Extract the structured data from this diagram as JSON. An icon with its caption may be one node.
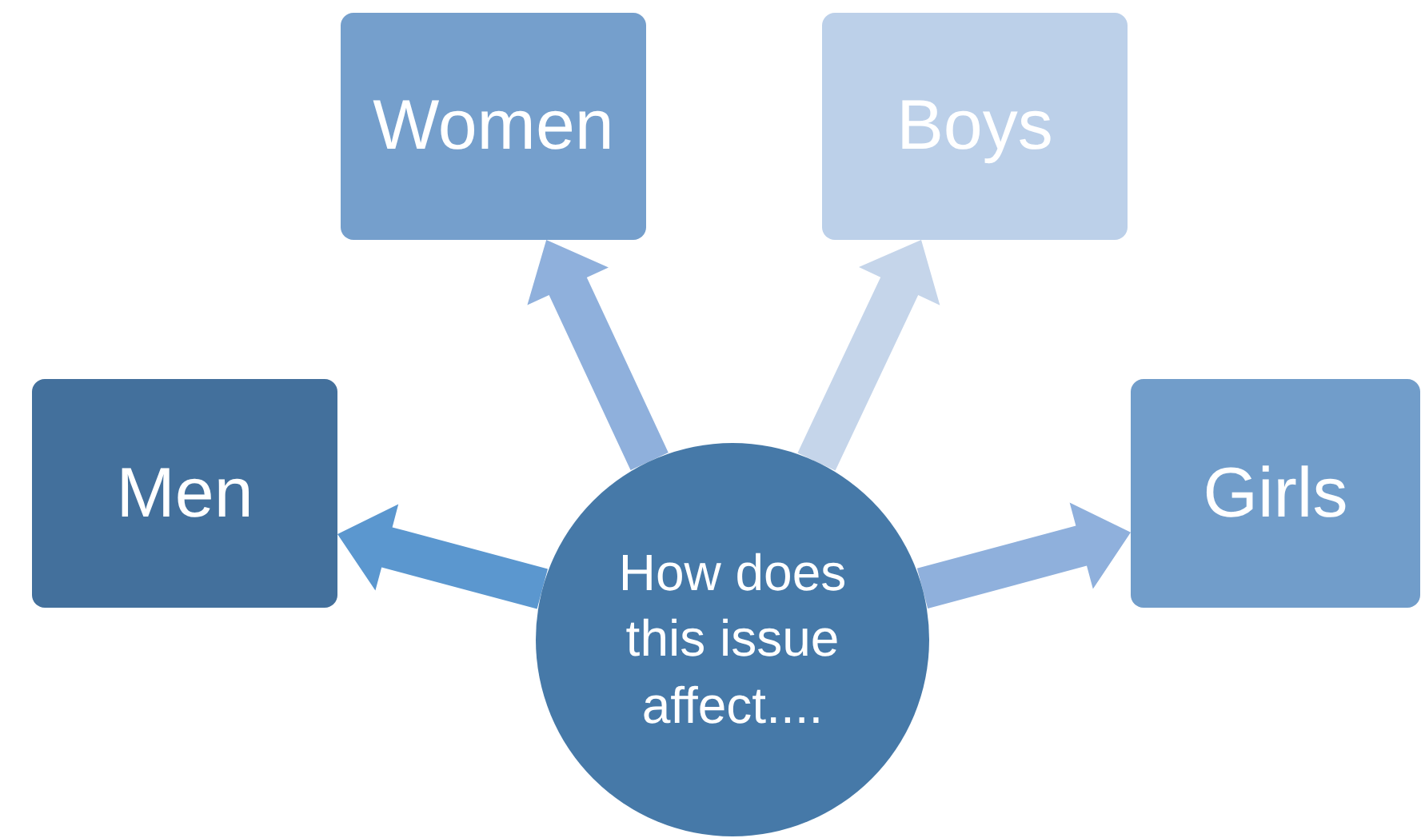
{
  "diagram": {
    "nodes": [
      {
        "text": [
          "Women"
        ]
      },
      {
        "text": [
          "Boys"
        ]
      },
      {
        "text": [
          "Men"
        ]
      },
      {
        "text": [
          "How does this issue affect...."
        ]
      },
      {
        "text": [
          "Girls"
        ]
      }
    ],
    "edges": [
      {
        "from": 3,
        "to": 2,
        "arrow": "to",
        "color": "#5b97cf"
      },
      {
        "from": 3,
        "to": 0,
        "arrow": "to"
      },
      {
        "from": 3,
        "to": 1,
        "arrow": "to",
        "color": "#c5d5ea"
      },
      {
        "from": 3,
        "to": 4,
        "arrow": "to"
      }
    ]
  }
}
